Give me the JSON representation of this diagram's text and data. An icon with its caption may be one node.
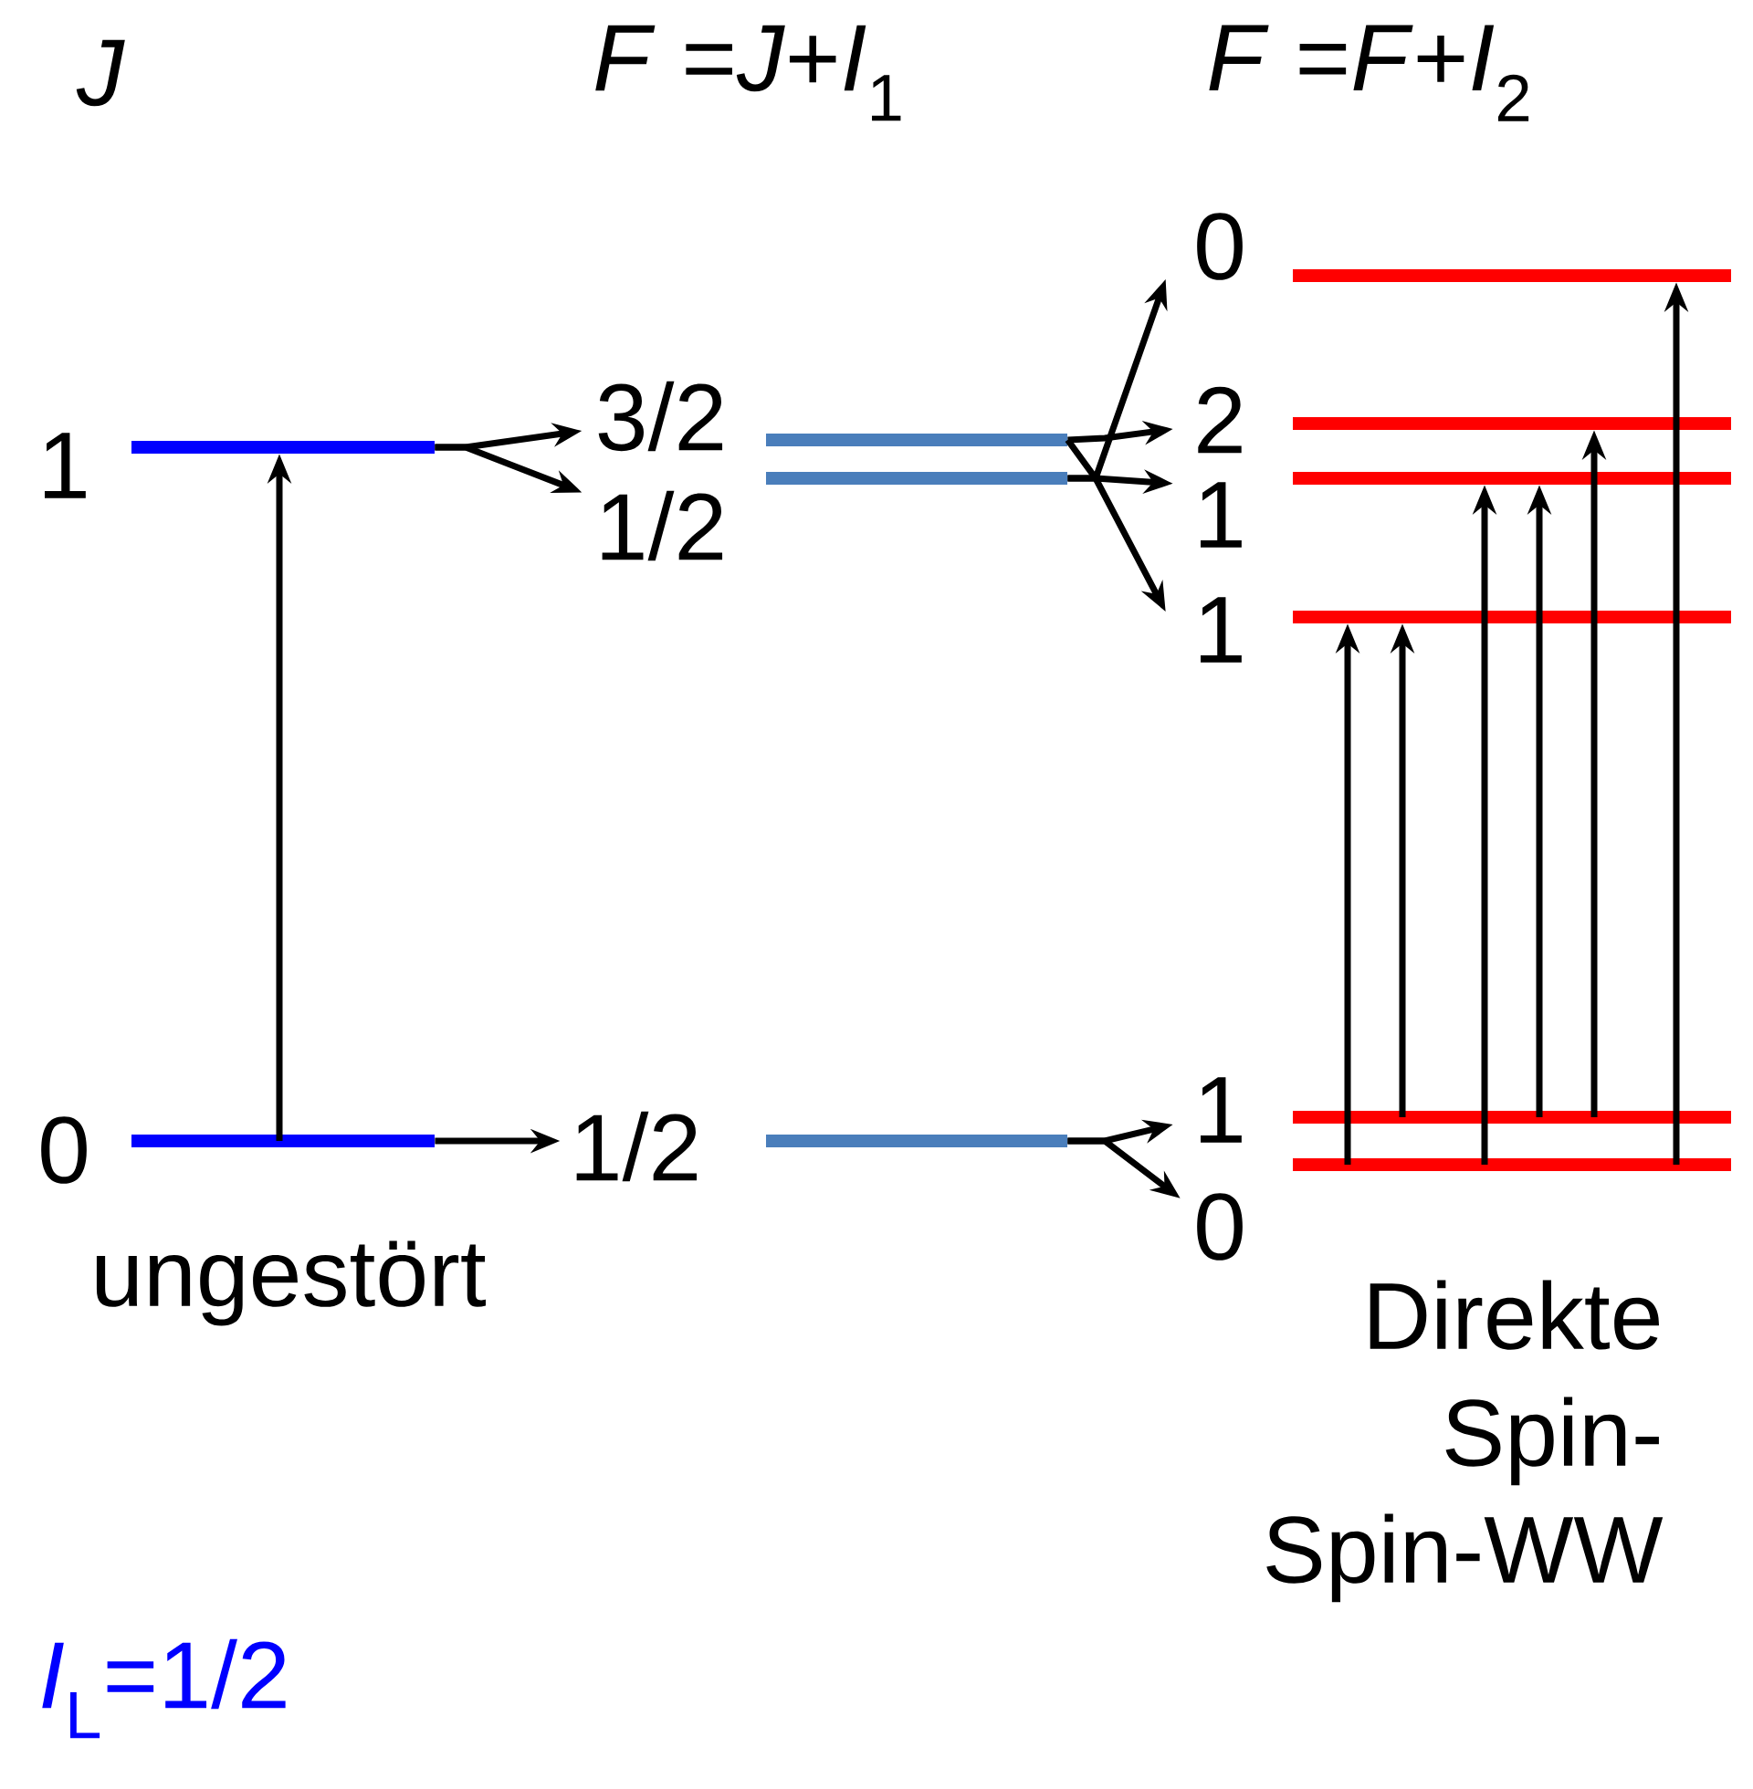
{
  "diagram": {
    "nodes": [
      {
        "text": [
          "1"
        ]
      },
      {
        "text": [
          "0"
        ]
      },
      {
        "text": [
          "3/2"
        ]
      },
      {
        "text": [
          "1/2"
        ]
      },
      {
        "text": [
          "1/2"
        ]
      },
      {
        "text": [
          "0"
        ]
      },
      {
        "text": [
          "2"
        ]
      },
      {
        "text": [
          "1"
        ]
      },
      {
        "text": [
          "1"
        ]
      },
      {
        "text": [
          "1"
        ]
      },
      {
        "text": [
          "0"
        ]
      }
    ],
    "edges": [
      {
        "from": 1,
        "to": 0,
        "arrow": "to"
      },
      {
        "from": 0,
        "to": 2,
        "arrow": "to"
      },
      {
        "from": 0,
        "to": 3,
        "arrow": "to"
      },
      {
        "from": 1,
        "to": 4,
        "arrow": "to"
      },
      {
        "from": 2,
        "to": 5,
        "arrow": "to"
      },
      {
        "from": 2,
        "to": 6,
        "arrow": "to"
      },
      {
        "from": 3,
        "to": 7,
        "arrow": "to"
      },
      {
        "from": 3,
        "to": 8,
        "arrow": "to"
      },
      {
        "from": 4,
        "to": 9,
        "arrow": "to"
      },
      {
        "from": 4,
        "to": 10,
        "arrow": "to"
      },
      {
        "from": 10,
        "to": 8,
        "arrow": "to"
      },
      {
        "from": 9,
        "to": 8,
        "arrow": "to"
      },
      {
        "from": 10,
        "to": 7,
        "arrow": "to"
      },
      {
        "from": 9,
        "to": 7,
        "arrow": "to"
      },
      {
        "from": 9,
        "to": 6,
        "arrow": "to"
      },
      {
        "from": 10,
        "to": 5,
        "arrow": "to"
      }
    ],
    "labels": [
      "J",
      "*F* =*J*+*I*$_{1}$",
      "*F* =*F*+*I*$_{2}$",
      "ungestört",
      "Direkte Spin-Spin-WW",
      "*I*$_{L}$=1/2"
    ]
  }
}
